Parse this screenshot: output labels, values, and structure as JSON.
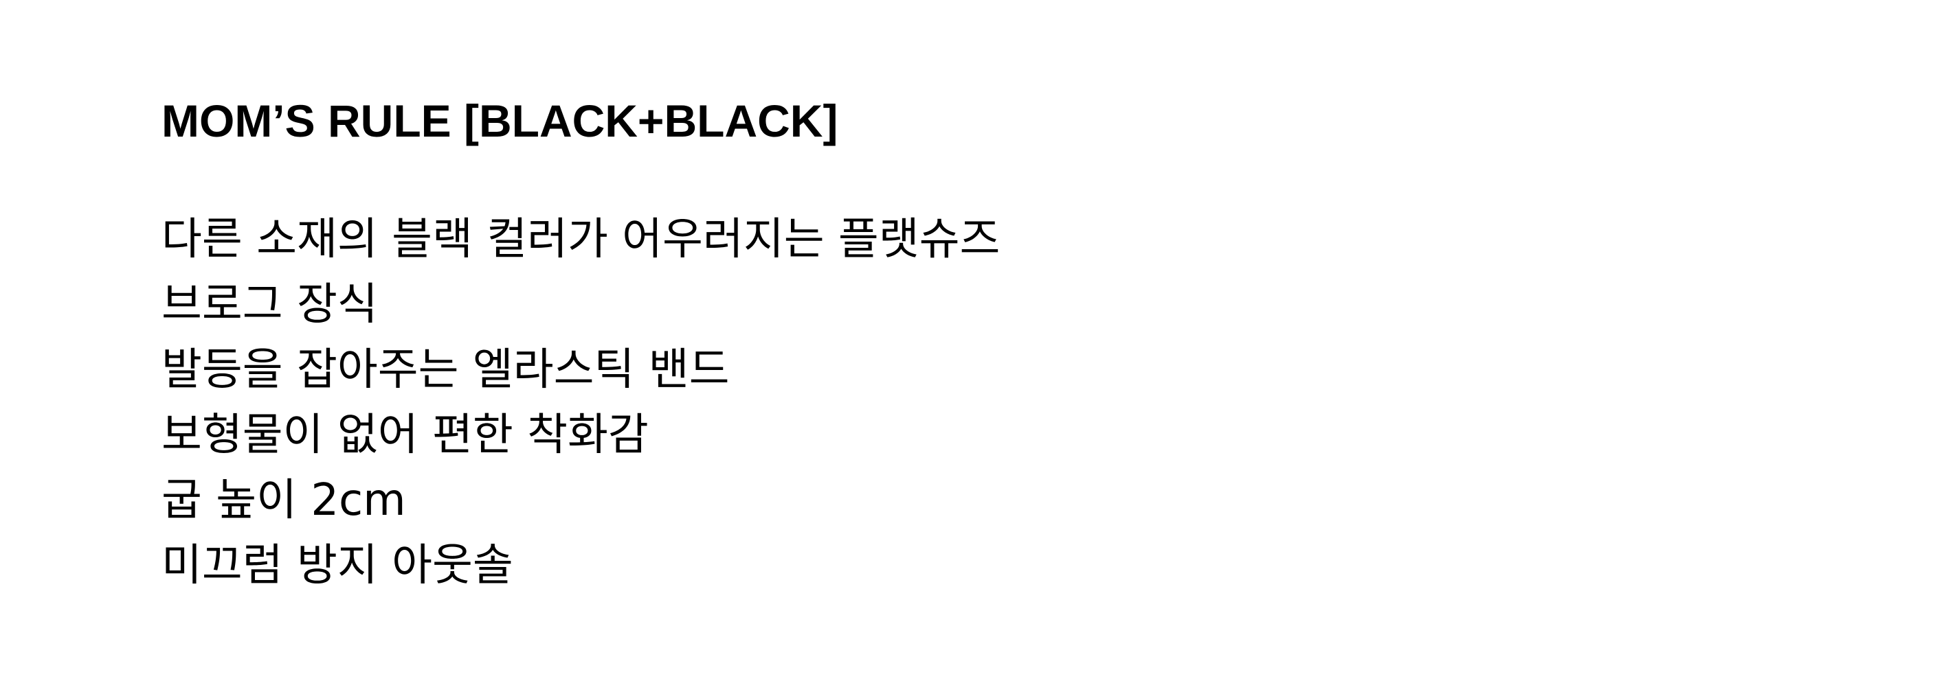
{
  "product": {
    "title": "MOM’S RULE [BLACK+BLACK]",
    "features": [
      "다른 소재의 블랙 컬러가 어우러지는 플랫슈즈",
      "브로그 장식",
      "발등을 잡아주는 엘라스틱 밴드",
      "보형물이 없어 편한 착화감",
      "굽 높이 2cm",
      "미끄럼 방지 아웃솔"
    ]
  }
}
